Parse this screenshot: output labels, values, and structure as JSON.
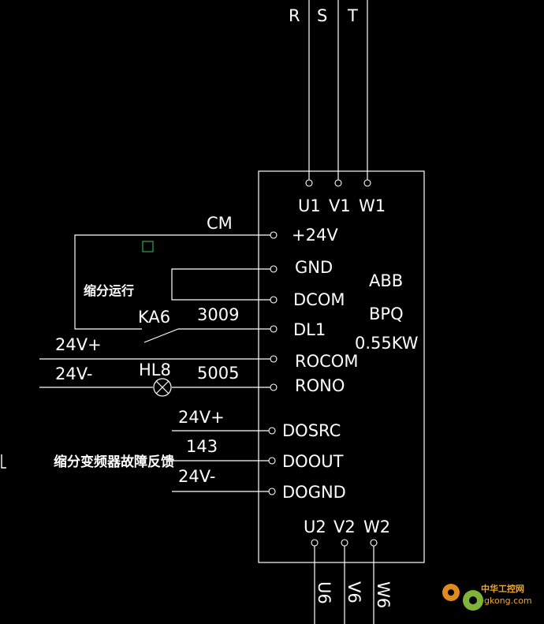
{
  "supply": {
    "phase_labels": [
      "R",
      "S",
      "T"
    ]
  },
  "inverter": {
    "input_terminals": [
      "U1",
      "V1",
      "W1"
    ],
    "output_terminals": [
      "U2",
      "V2",
      "W2"
    ],
    "io_terminals": [
      "+24V",
      "GND",
      "DCOM",
      "DL1",
      "ROCOM",
      "RONO",
      "DOSRC",
      "DOOUT",
      "DOGND"
    ],
    "name_lines": [
      "ABB",
      "BPQ",
      "0.55KW"
    ]
  },
  "wiring": {
    "cm_label": "CM",
    "relay_label": "KA6",
    "wire_3009": "3009",
    "dc_pos_label": "24V+",
    "dc_neg_label": "24V-",
    "lamp_label": "HL8",
    "wire_5005": "5005",
    "dosrc_label": "24V+",
    "doout_wire": "143",
    "dognd_label": "24V-"
  },
  "annotations": {
    "run_label": "缩分运行",
    "fault_label": "缩分变频器故障反馈"
  },
  "output_wires": [
    "U6",
    "V6",
    "W6"
  ],
  "watermark": {
    "site_cn": "中华工控网",
    "site_url": "gkong.com"
  },
  "colors": {
    "background": "#000000",
    "line": "#ffffff",
    "marker": "#2fa84f",
    "watermark_text": "#f5a623"
  }
}
